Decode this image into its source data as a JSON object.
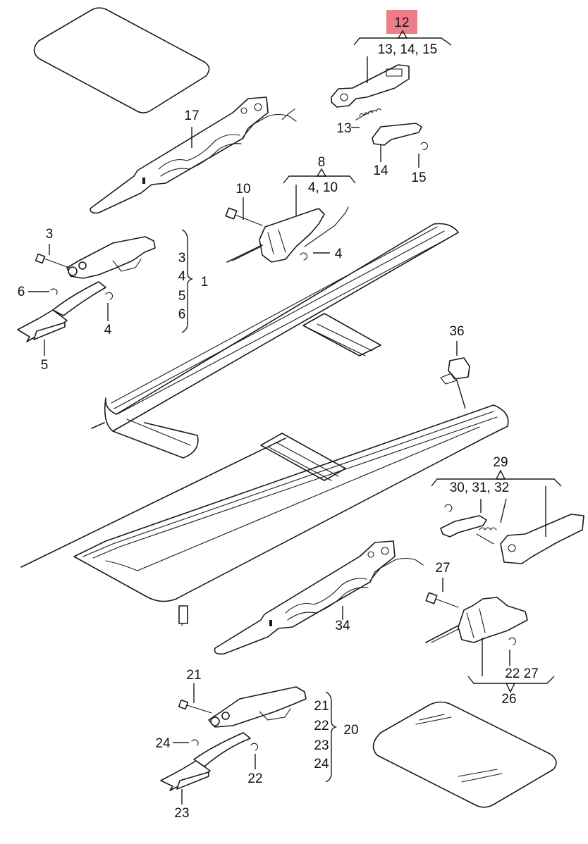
{
  "colors": {
    "highlight": "#f07c8a",
    "ink": "#1a1a1a"
  },
  "labels": {
    "l12": "12",
    "l12sub": "13, 14, 15",
    "l13": "13",
    "l14": "14",
    "l15": "15",
    "l17": "17",
    "l8": "8",
    "l8sub": "4,  10",
    "l10": "10",
    "l4a": "4",
    "l3": "3",
    "l6": "6",
    "l4b": "4",
    "l5": "5",
    "g1a": "3",
    "g1b": "4",
    "g1c": "5",
    "g1d": "6",
    "g1": "1",
    "l36": "36",
    "l29": "29",
    "l29sub": "30, 31, 32",
    "l27": "27",
    "l34": "34",
    "l26sub": "22  27",
    "l26": "26",
    "l21": "21",
    "l24": "24",
    "l22": "22",
    "l23": "23",
    "g20a": "21",
    "g20b": "22",
    "g20c": "23",
    "g20d": "24",
    "g20": "20"
  }
}
